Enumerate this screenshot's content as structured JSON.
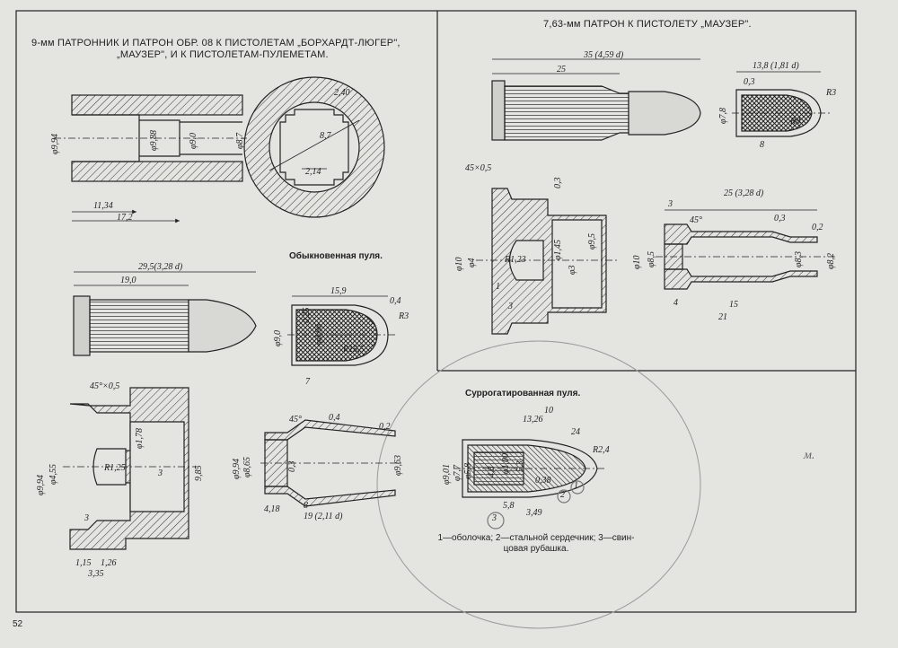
{
  "left_title": {
    "line1": "9-мм ПАТРОННИК И ПАТРОН ОБР. 08 К ПИСТОЛЕТАМ „БОРХАРДТ-ЛЮГЕР\",",
    "line2": "„МАУЗЕР\", И К ПИСТОЛЕТАМ-ПУЛЕМЕТАМ."
  },
  "right_title": "7,63-мм ПАТРОН К ПИСТОЛЕТУ „МАУЗЕР\".",
  "ordinary_bullet_caption": "Обыкновенная пуля.",
  "surrogate_bullet_caption": "Суррогатированная пуля.",
  "legend": {
    "line1": "1—оболочка; 2—стальной сердечник; 3—свин-",
    "line2": "цовая рубашка."
  },
  "page_number": "52",
  "margin_note": "м.",
  "dims": {
    "chamber": {
      "d994": "φ9,94",
      "d988": "φ9,88",
      "d90": "φ9,0",
      "d87": "φ8,7",
      "l1134": "11,34",
      "l172": "17,2"
    },
    "barrel": {
      "r240": "2,40",
      "r87": "8,7",
      "w214": "2,14"
    },
    "cartridge9": {
      "l295": "29,5(3,28 d)",
      "l190": "19,0"
    },
    "bullet9": {
      "l159": "15,9",
      "n04": "0,4",
      "r3": "R3",
      "d90": "φ9,0",
      "d896": "φ8,96",
      "n025": "0,25",
      "r155": "R15,5",
      "n7": "7"
    },
    "case9_base": {
      "cham": "45°×0,5",
      "d994": "φ9,94",
      "d455": "φ4,55",
      "d178": "φ1,78",
      "r125": "R1,25",
      "n3": "3",
      "n3b": "3",
      "d985": "9,85",
      "n115": "1,15",
      "n126": "1,26",
      "n335": "3,35"
    },
    "case9_body": {
      "n45": "45°",
      "n04": "0,4",
      "n02": "0,2",
      "d994": "φ9,94",
      "d965": "φ8,65",
      "d963": "φ9,63",
      "n03": "0,3",
      "n418": "4,18",
      "n8": "8",
      "n19": "19 (2,11 d)"
    },
    "cartridge763": {
      "l35": "35 (4,59 d)",
      "l25": "25"
    },
    "bullet763": {
      "l138": "13,8 (1,81 d)",
      "n03": "0,3",
      "d78": "φ7,8",
      "r3": "R3",
      "r8": "R8",
      "n8": "8"
    },
    "case763_base": {
      "cham": "45×0,5",
      "n03": "0,3",
      "d10": "φ10",
      "d4": "φ4",
      "r123": "R1,23",
      "d145": "φ1,45",
      "d3": "φ3",
      "d95": "φ9,5",
      "n1": "1",
      "n3": "3"
    },
    "case763_body": {
      "l25": "25 (3,28 d)",
      "n3": "3",
      "n45": "45°",
      "n03": "0,3",
      "n02": "0,2",
      "d10": "φ10",
      "d85": "φ8,5",
      "d83": "φ8,3",
      "d82": "φ8,2",
      "n4": "4",
      "n15": "15",
      "n21": "21"
    },
    "surrogate": {
      "n1326": "13,26",
      "n10": "10",
      "n24": "24",
      "r24": "R2,4",
      "d901": "φ9,01",
      "d77": "φ7,7",
      "d58": "φ5,8",
      "d48": "4,8",
      "d100": "φ1,00",
      "n53": "5,3",
      "n58": "5,8",
      "n349": "3,49",
      "n038": "0,38",
      "c1": "1",
      "c2": "2",
      "c3": "3"
    }
  }
}
